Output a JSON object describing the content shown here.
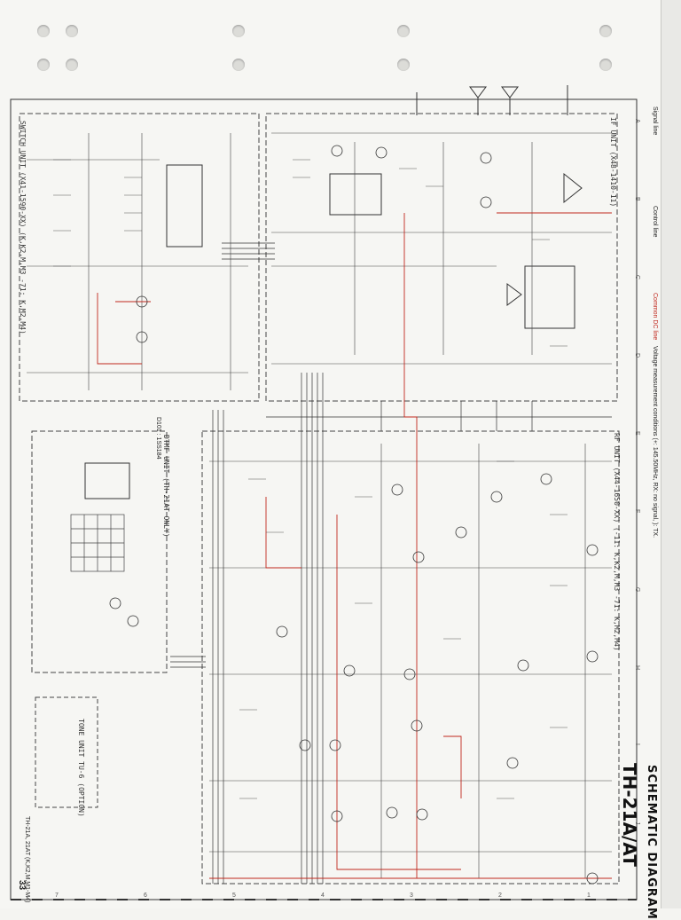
{
  "title": "TH-21A/AT",
  "subtitle": "SCHEMATIC DIAGRAM",
  "page_number": "33",
  "legend": {
    "signal": "Signal line",
    "control": "Control line",
    "common_dc": "Common DC line",
    "voltage_note": "Voltage measurement conditions (+: 145.50MHz, RX: no signal,  ): TX."
  },
  "units": {
    "if_unit": "IF UNIT (X48-1410-11)",
    "switch_unit": "SWITCH UNIT (X41-1590-XX) (K,K2,M,M3 -71: K,M2,M4)",
    "dtmf_unit": "DTMF UNIT (TH-21AT ONLY)",
    "rf_unit": "RF UNIT (X44-1650-XX) (-11: K,K2,M,M3 -71: K,M2,M4)",
    "tone_unit": "TONE UNIT TU-6 (OPTION)"
  },
  "model_note": "TH-21A, 21AT (K,K2,M,M1-M4)",
  "part_ref": "D101 : 1SS184",
  "row_markers": [
    "A",
    "B",
    "C",
    "D",
    "E",
    "F",
    "G",
    "H",
    "I",
    "J"
  ],
  "col_markers": [
    "1",
    "2",
    "3",
    "4",
    "5",
    "6",
    "7"
  ],
  "colors": {
    "signal": "#1a1a1a",
    "control": "#c0281e",
    "common_dc": "#c0281e"
  }
}
